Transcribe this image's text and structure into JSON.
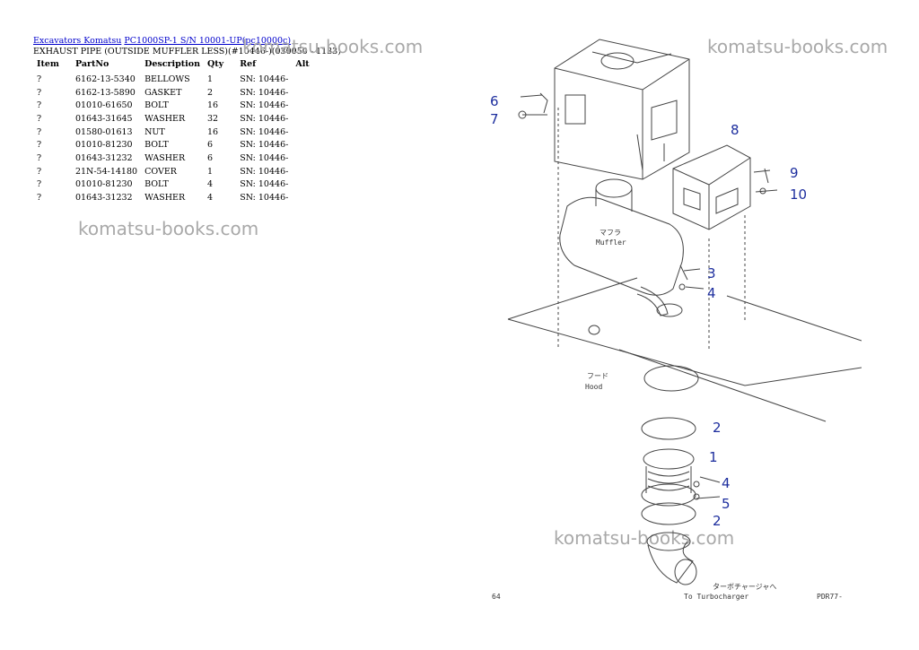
{
  "breadcrumb": {
    "link1": "Excavators Komatsu",
    "link2": "PC1000SP-1 S/N 10001-UP(pc10000c)"
  },
  "subtitle": "EXHAUST PIPE (OUTSIDE MUFFLER LESS)(#10446-)(030050 - 1133)",
  "table": {
    "headers": [
      "Item",
      "PartNo",
      "Description",
      "Qty",
      "Ref",
      "Alt"
    ],
    "rows": [
      [
        "?",
        "6162-13-5340",
        "BELLOWS",
        "1",
        "SN: 10446-",
        ""
      ],
      [
        "?",
        "6162-13-5890",
        "GASKET",
        "2",
        "SN: 10446-",
        ""
      ],
      [
        "?",
        "01010-61650",
        "BOLT",
        "16",
        "SN: 10446-",
        ""
      ],
      [
        "?",
        "01643-31645",
        "WASHER",
        "32",
        "SN: 10446-",
        ""
      ],
      [
        "?",
        "01580-01613",
        "NUT",
        "16",
        "SN: 10446-",
        ""
      ],
      [
        "?",
        "01010-81230",
        "BOLT",
        "6",
        "SN: 10446-",
        ""
      ],
      [
        "?",
        "01643-31232",
        "WASHER",
        "6",
        "SN: 10446-",
        ""
      ],
      [
        "?",
        "21N-54-14180",
        "COVER",
        "1",
        "SN: 10446-",
        ""
      ],
      [
        "?",
        "01010-81230",
        "BOLT",
        "4",
        "SN: 10446-",
        ""
      ],
      [
        "?",
        "01643-31232",
        "WASHER",
        "4",
        "SN: 10446-",
        ""
      ]
    ]
  },
  "watermark": "komatsu-books.com",
  "diagram": {
    "callouts": [
      "6",
      "7",
      "8",
      "9",
      "10",
      "3",
      "4",
      "2",
      "1",
      "4",
      "5",
      "2"
    ],
    "muffler_jp": "マフラ",
    "muffler_en": "Muffler",
    "hood_jp": "フード",
    "hood_en": "Hood",
    "turbo_jp": "ターボチャージャへ",
    "turbo_en": "To Turbocharger",
    "page_left": "64",
    "page_right": "PDR77-"
  }
}
